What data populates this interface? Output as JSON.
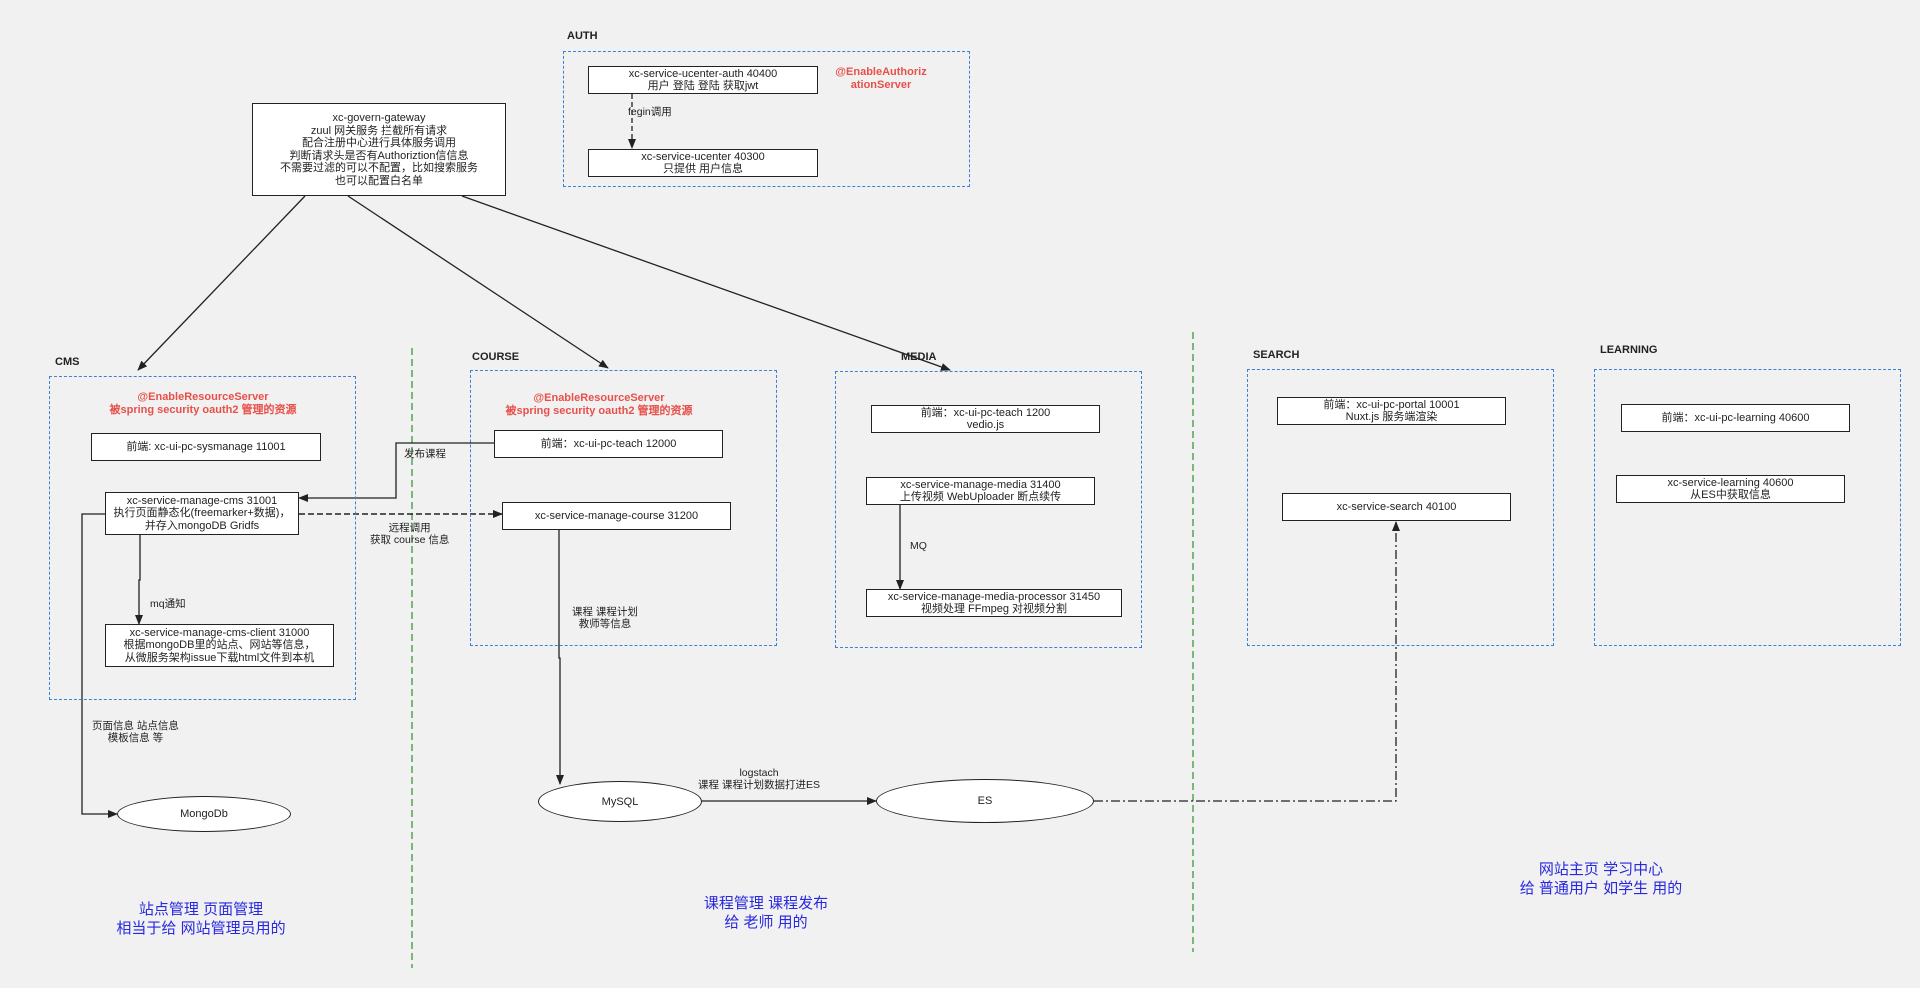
{
  "gateway": {
    "text": "xc-govern-gateway\nzuul 网关服务 拦截所有请求\n配合注册中心进行具体服务调用\n判断请求头是否有Authoriztion信信息\n不需要过滤的可以不配置，比如搜索服务\n也可以配置白名单"
  },
  "groups": {
    "auth": {
      "title": "AUTH",
      "annotation": "@EnableAuthoriz\nationServer"
    },
    "cms": {
      "title": "CMS",
      "annotation": "@EnableResourceServer\n被spring security oauth2 管理的资源"
    },
    "course": {
      "title": "COURSE",
      "annotation": "@EnableResourceServer\n被spring security oauth2 管理的资源"
    },
    "media": {
      "title": "MEDIA"
    },
    "search": {
      "title": "SEARCH"
    },
    "learning": {
      "title": "LEARNING"
    }
  },
  "boxes": {
    "ucenter_auth": "xc-service-ucenter-auth 40400\n用户 登陆 登陆 获取jwt",
    "ucenter": "xc-service-ucenter 40300\n只提供 用户信息",
    "sysmanage": "前端: xc-ui-pc-sysmanage  11001",
    "manage_cms": "xc-service-manage-cms 31001\n执行页面静态化(freemarker+数据)，\n并存入mongoDB Gridfs",
    "cms_client": "xc-service-manage-cms-client 31000\n根据mongoDB里的站点、网站等信息，\n从微服务架构issue下载html文件到本机",
    "teach_course": "前端：xc-ui-pc-teach 12000",
    "manage_course": "xc-service-manage-course 31200",
    "teach_media": "前端：xc-ui-pc-teach 1200\nvedio.js",
    "manage_media": "xc-service-manage-media  31400\n上传视频 WebUploader 断点续传",
    "media_processor": "xc-service-manage-media-processor 31450\n视频处理 FFmpeg 对视频分割",
    "portal": "前端：xc-ui-pc-portal 10001\nNuxt.js 服务端渲染",
    "search": "xc-service-search  40100",
    "ui_learning": "前端：xc-ui-pc-learning  40600",
    "service_learning": "xc-service-learning 40600\n从ES中获取信息"
  },
  "ellipses": {
    "mongodb": "MongoDb",
    "mysql": "MySQL",
    "es": "ES"
  },
  "edge_labels": {
    "fegin": "fegin调用",
    "publish": "发布课程",
    "remote": "远程调用\n获取 course 信息",
    "mq_notify": "mq通知",
    "mq": "MQ",
    "page_info": "页面信息 站点信息\n模板信息 等",
    "course_info": "课程 课程计划\n教师等信息",
    "logstash": "logstach\n课程 课程计划数据打进ES"
  },
  "footers": {
    "cms": "站点管理 页面管理\n相当于给 网站管理员用的",
    "course": "课程管理 课程发布\n给 老师 用的",
    "portal": "网站主页 学习中心\n给 普通用户 如学生 用的"
  },
  "colors": {
    "group_border": "#3b82d6",
    "annotation": "#e8504a",
    "footer": "#2828e0",
    "divider": "#3a9a3a"
  }
}
